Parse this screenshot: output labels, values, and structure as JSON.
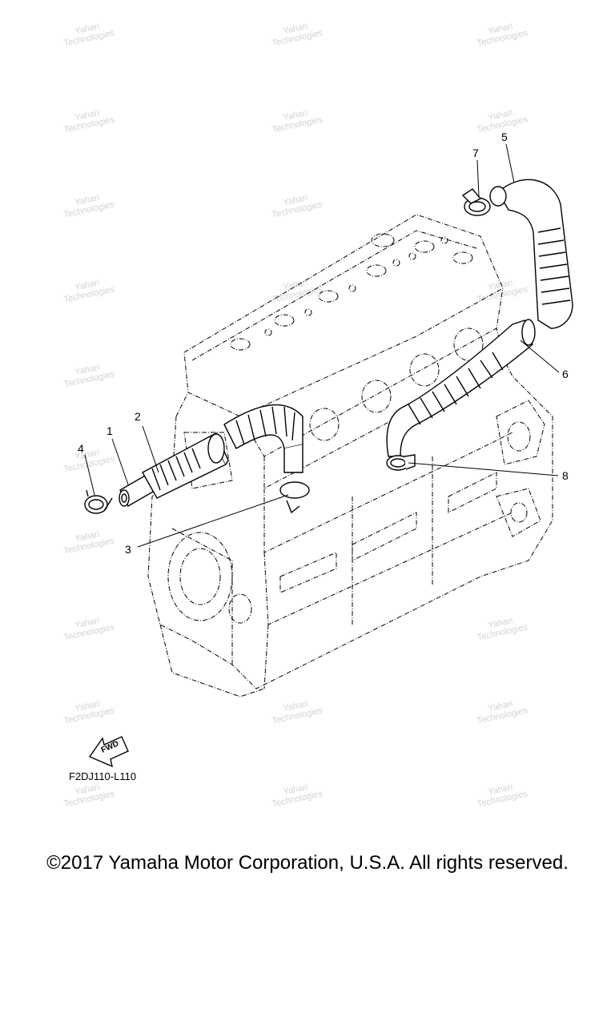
{
  "watermark": {
    "line1": "Yahari",
    "line2": "Technologies"
  },
  "callouts": [
    "1",
    "2",
    "3",
    "4",
    "5",
    "6",
    "7",
    "8"
  ],
  "fwd": "FWD",
  "diagram_code": "F2DJ110-L110",
  "copyright": "©2017 Yamaha Motor Corporation, U.S.A. All rights reserved.",
  "colors": {
    "line": "#000000",
    "watermark": "#d2d2d2"
  }
}
